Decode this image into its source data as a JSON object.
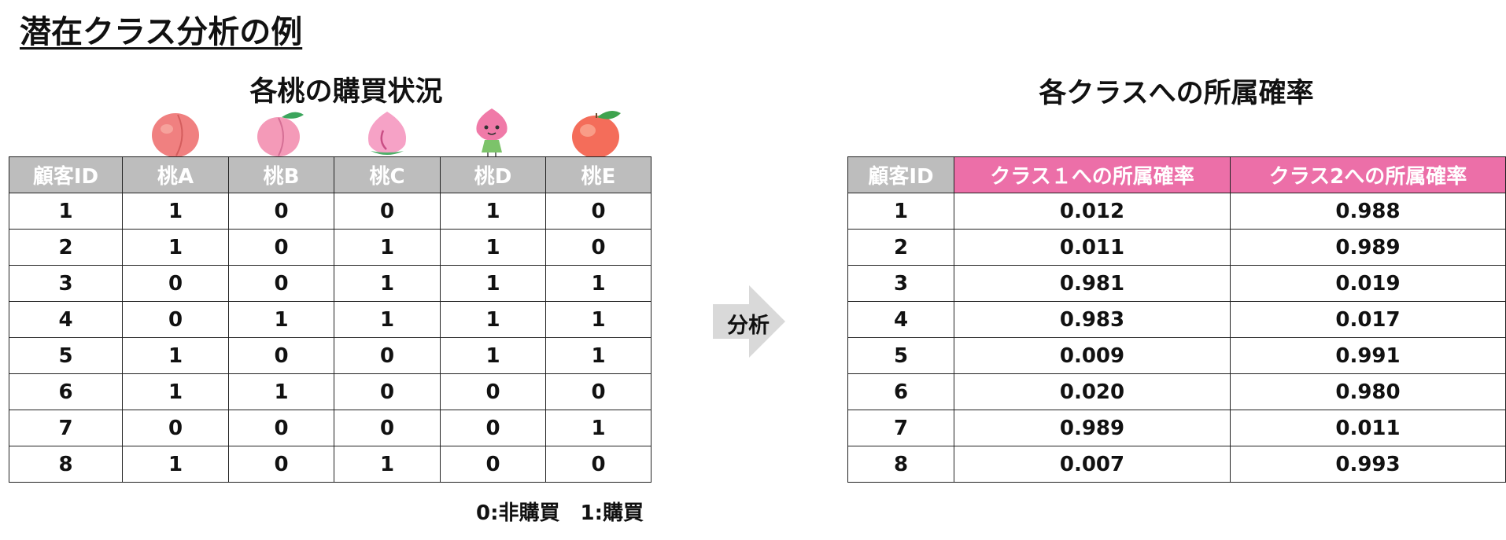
{
  "title": "潜在クラス分析の例",
  "left_section": {
    "title": "各桃の購買状況",
    "columns": [
      "顧客ID",
      "桃A",
      "桃B",
      "桃C",
      "桃D",
      "桃E"
    ],
    "rows": [
      [
        "1",
        "1",
        "0",
        "0",
        "1",
        "0"
      ],
      [
        "2",
        "1",
        "0",
        "1",
        "1",
        "0"
      ],
      [
        "3",
        "0",
        "0",
        "1",
        "1",
        "1"
      ],
      [
        "4",
        "0",
        "1",
        "1",
        "1",
        "1"
      ],
      [
        "5",
        "1",
        "0",
        "0",
        "1",
        "1"
      ],
      [
        "6",
        "1",
        "1",
        "0",
        "0",
        "0"
      ],
      [
        "7",
        "0",
        "0",
        "0",
        "0",
        "1"
      ],
      [
        "8",
        "1",
        "0",
        "1",
        "0",
        "0"
      ]
    ],
    "legend": "0:非購買　1:購買"
  },
  "arrow_label": "分析",
  "right_section": {
    "title": "各クラスへの所属確率",
    "columns": [
      "顧客ID",
      "クラス１への所属確率",
      "クラス2への所属確率"
    ],
    "rows": [
      [
        "1",
        "0.012",
        "0.988"
      ],
      [
        "2",
        "0.011",
        "0.989"
      ],
      [
        "3",
        "0.981",
        "0.019"
      ],
      [
        "4",
        "0.983",
        "0.017"
      ],
      [
        "5",
        "0.009",
        "0.991"
      ],
      [
        "6",
        "0.020",
        "0.980"
      ],
      [
        "7",
        "0.989",
        "0.011"
      ],
      [
        "8",
        "0.007",
        "0.993"
      ]
    ]
  },
  "colors": {
    "header_gray": "#bdbdbd",
    "header_pink": "#ec6fa8",
    "arrow_gray": "#d9d9d9"
  },
  "icons": [
    "peach-a-icon",
    "peach-b-icon",
    "peach-c-icon",
    "peach-d-icon",
    "peach-e-icon",
    "right-arrow-icon"
  ]
}
